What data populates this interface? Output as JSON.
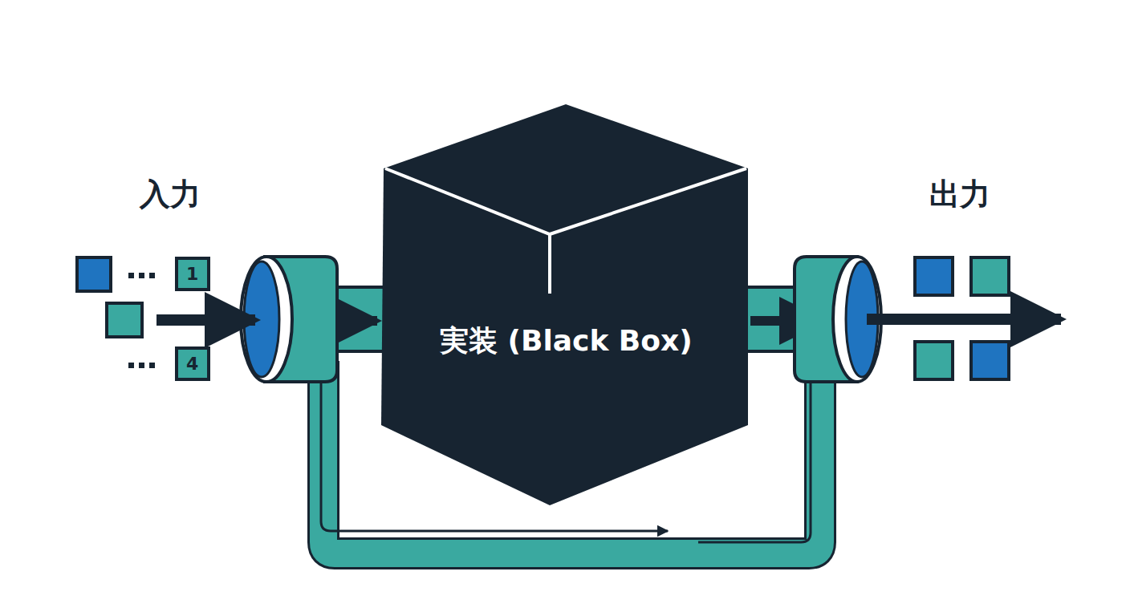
{
  "diagram": {
    "nodes": [
      {
        "text": [
          "1"
        ]
      },
      {
        "text": [
          "4"
        ]
      },
      {
        "text": [
          "実装 (Black Box)"
        ]
      }
    ],
    "labels": [
      "入力",
      "出力"
    ]
  }
}
